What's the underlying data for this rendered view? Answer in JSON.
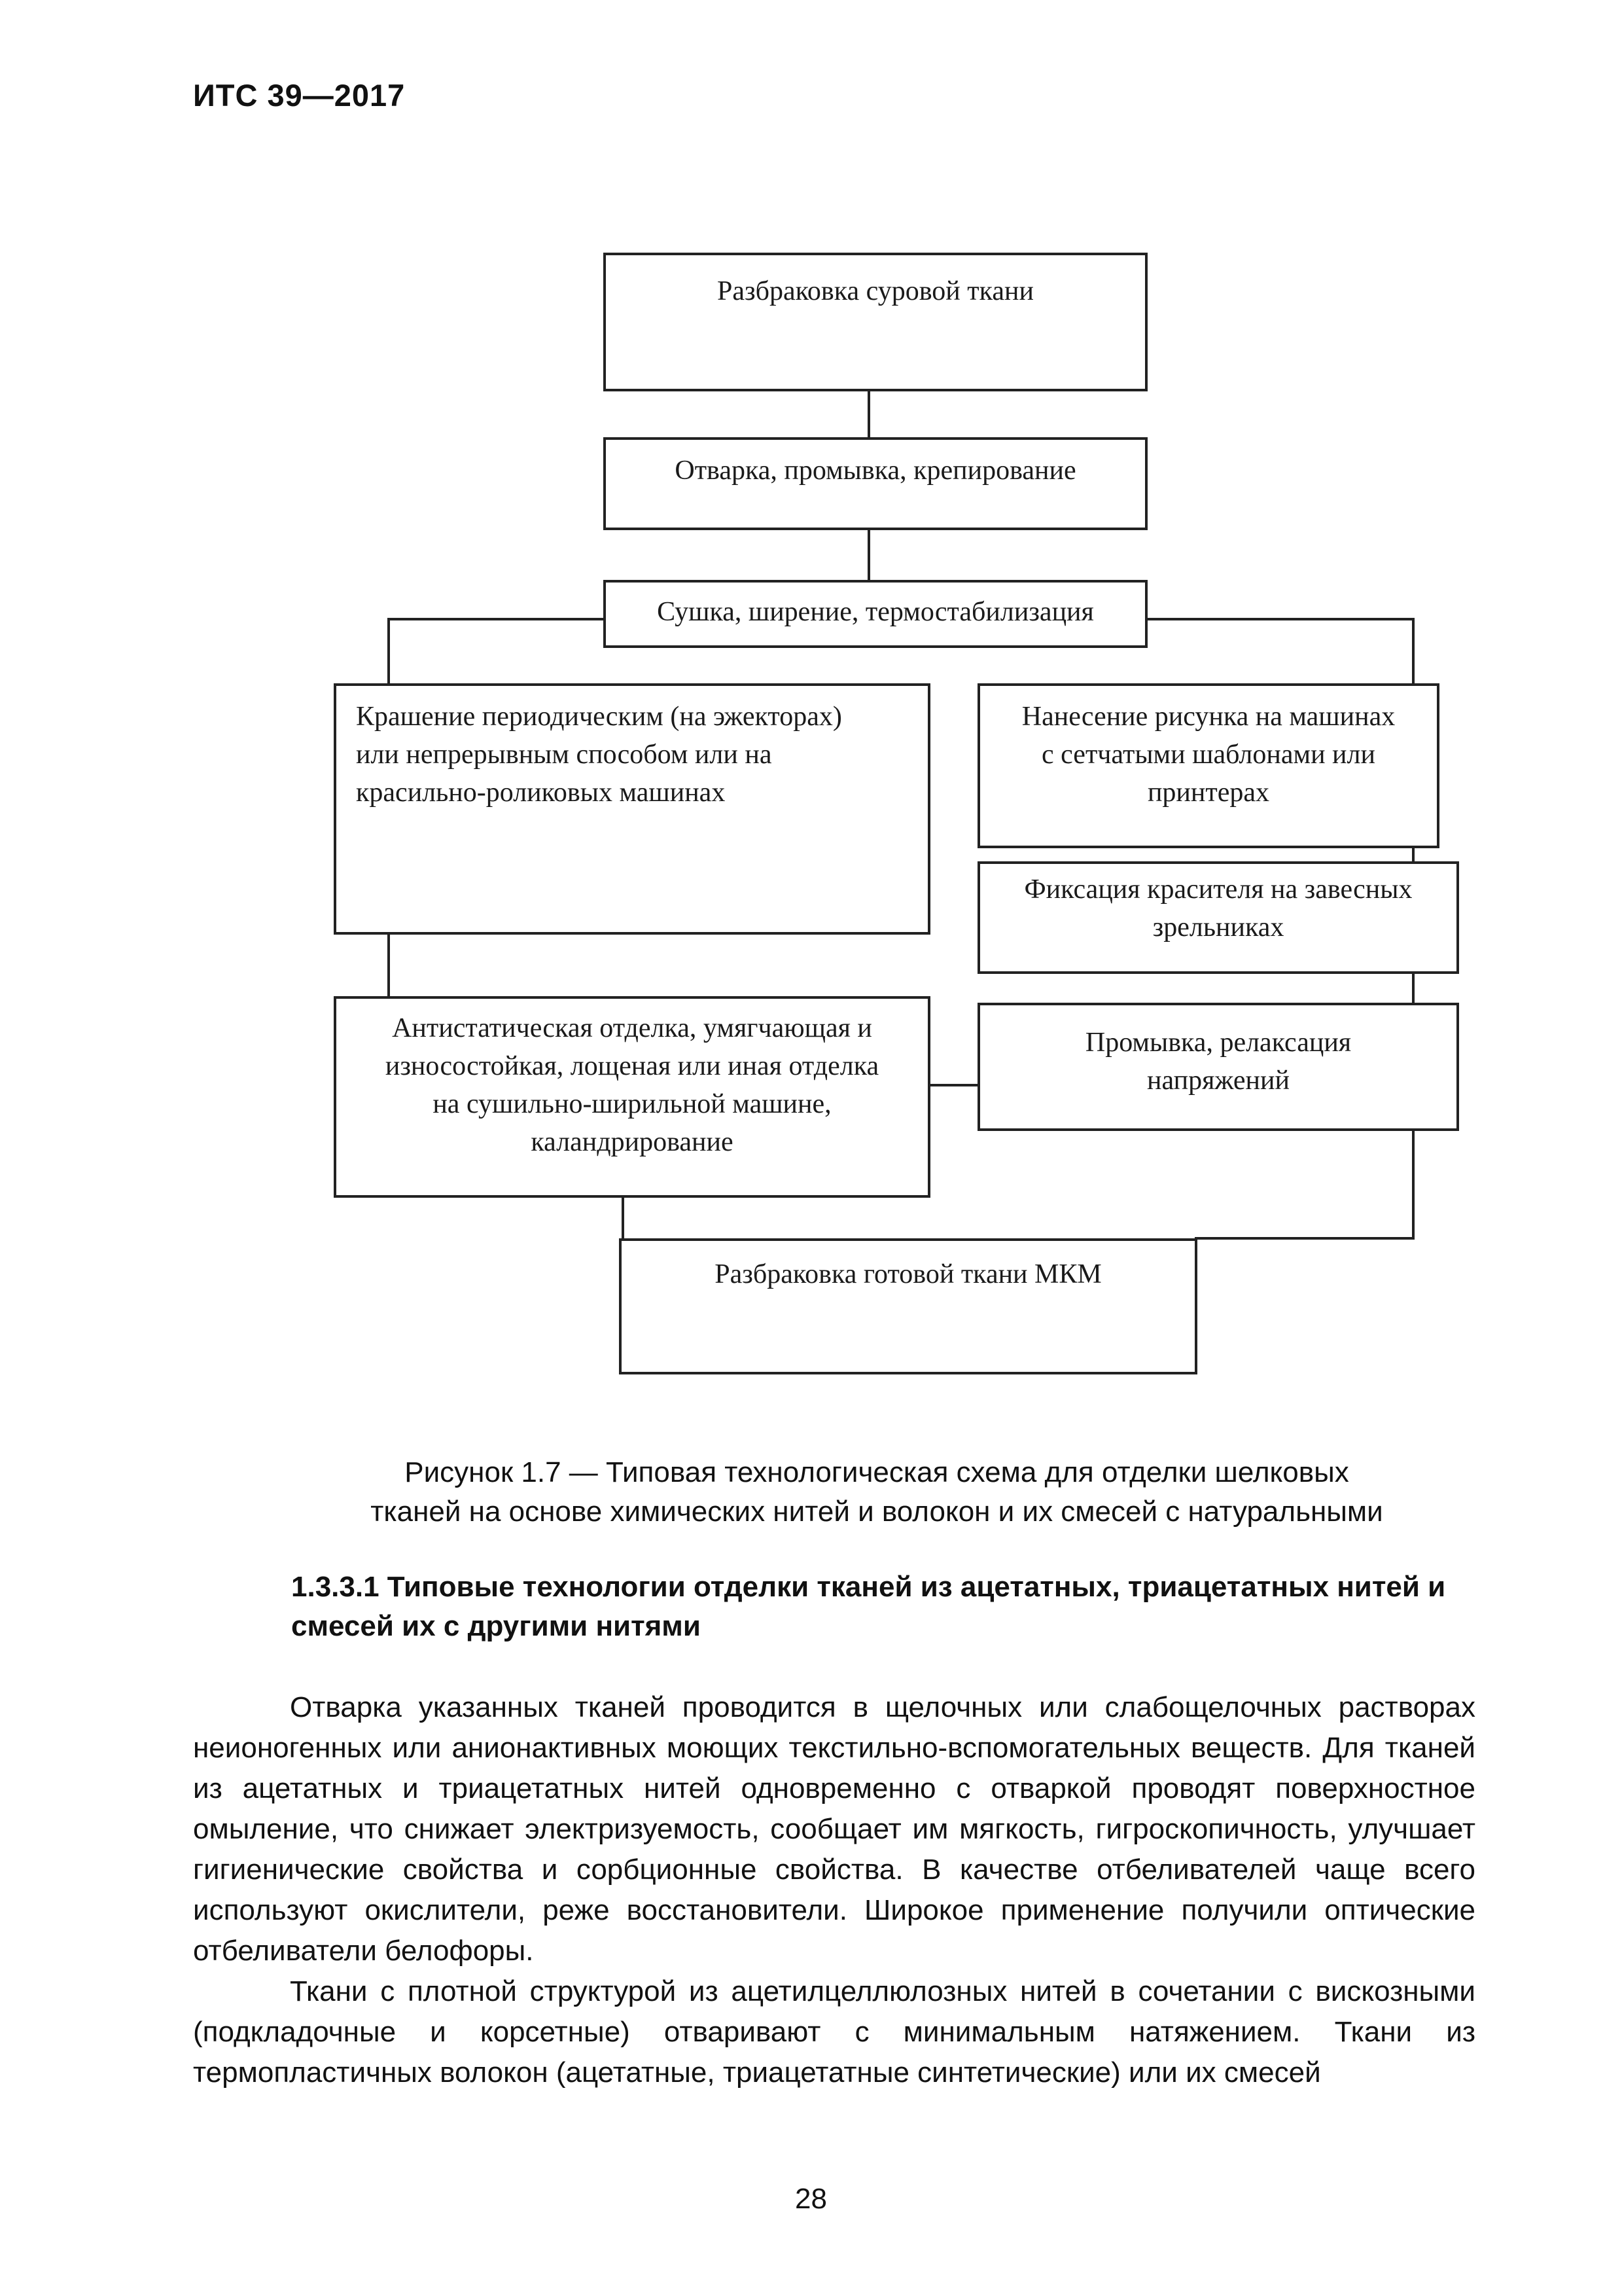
{
  "header": {
    "doc_code": "ИТС 39—2017"
  },
  "flowchart": {
    "nodes": {
      "raw_inspection": "Разбраковка суровой ткани",
      "boiling": "Отварка, промывка, крепирование",
      "drying": "Сушка, ширение, термостабилизация",
      "dyeing": "Крашение периодическим (на эжекторах)\nили непрерывным способом или на\nкрасильно-роликовых машинах",
      "printing": "Нанесение рисунка на машинах\nс сетчатыми шаблонами или\nпринтерах",
      "fixation": "Фиксация красителя на завесных\nзрельниках",
      "finishing": "Антистатическая отделка, умягчающая и\nизносостойкая, лощеная или иная отделка\nна сушильно-ширильной машине,\nкаландрирование",
      "washing": "Промывка, релаксация\nнапряжений",
      "final_inspection": "Разбраковка готовой ткани МКМ"
    }
  },
  "caption": "Рисунок 1.7 — Типовая технологическая схема для отделки шелковых\nтканей на основе химических нитей и волокон и их смесей с натуральными",
  "section": {
    "heading": "1.3.3.1 Типовые технологии отделки тканей из ацетатных, триацетатных нитей и смесей их с другими нитями",
    "paragraphs": [
      "Отварка указанных тканей проводится в щелочных или слабощелочных растворах неионогенных или анионактивных моющих текстильно-вспомогательных веществ. Для тканей из ацетатных и триацетатных нитей одновременно с отваркой проводят поверхностное омыление, что снижает электризуемость, сообщает им мягкость, гигроскопичность, улучшает гигиенические свойства и сорбционные свойства. В качестве отбеливателей чаще всего используют окислители, реже восстановители. Широкое применение получили оптические отбеливатели белофоры.",
      "Ткани с плотной структурой из ацетилцеллюлозных нитей в сочетании с вискозными (подкладочные и корсетные) отваривают с минимальным натяжением. Ткани из термопластичных волокон (ацетатные, триацетатные синтетические) или их смесей"
    ]
  },
  "page_number": "28"
}
